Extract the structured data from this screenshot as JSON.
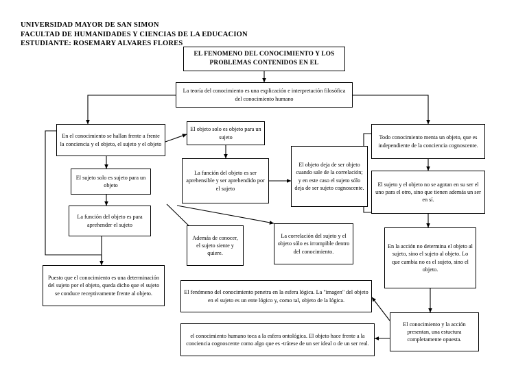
{
  "document": {
    "header_lines": [
      "UNIVERSIDAD MAYOR DE SAN SIMON",
      "FACULTAD DE HUMANIDADES Y CIENCIAS DE LA EDUCACION",
      "ESTUDIANTE: ROSEMARY ALVARES FLORES"
    ],
    "header_text": "UNIVERSIDAD MAYOR DE SAN SIMON\nFACULTAD DE HUMANIDADES Y CIENCIAS DE LA EDUCACION\nESTUDIANTE: ROSEMARY ALVARES FLORES"
  },
  "diagram": {
    "type": "concept-map",
    "background": "#ffffff",
    "line_color": "#000000",
    "nodes": [
      {
        "id": "title",
        "label": "EL FENOMENO DEL CONOCIMIENTO Y LOS PROBLEMAS CONTENIDOS EN EL"
      },
      {
        "id": "teoria",
        "label": "La teoría del conocimiento es una explicación e interpretación filosófica del conocimiento humano"
      },
      {
        "id": "hallan",
        "label": "En el conocimiento se hallan frente a frente la conciencia y el objeto, el sujeto y el objeto"
      },
      {
        "id": "sujeto-solo",
        "label": "El sujeto solo es sujeto para un objeto"
      },
      {
        "id": "funcion-objeto-aprehender",
        "label": "La función del objeto es para aprehender el sujeto"
      },
      {
        "id": "puesto-que",
        "label": "Puesto que el conocimiento es una determinación del sujeto por el objeto, queda dicho que el sujeto se conduce receptivamente frente al objeto."
      },
      {
        "id": "objeto-solo",
        "label": "El objeto solo es objeto para un sujeto"
      },
      {
        "id": "funcion-objeto-aprehensible",
        "label": "La función del objeto es ser aprehensible y ser aprehendido por el sujeto"
      },
      {
        "id": "ademas-conocer",
        "label": "Además de conocer, el sujeto siente y quiere."
      },
      {
        "id": "objeto-deja",
        "label": "El objeto deja de ser objeto cuando sale de la correlación; y en este caso el sujeto sólo deja de ser sujeto cognoscente."
      },
      {
        "id": "correlacion",
        "label": "La correlación del sujeto y el objeto sólo es irrompible dentro del conocimiento."
      },
      {
        "id": "todo-conocimiento",
        "label": "Todo conocimiento menta un objeto, que es independiente de la conciencia cognoscente."
      },
      {
        "id": "no-se-agotan",
        "label": "El sujeto y el objeto no se agotan en su ser el uno para el otro, sino que tienen además un ser en sí."
      },
      {
        "id": "en-la-accion",
        "label": "En la acción no determina el objeto al sujeto, sino el sujeto al objeto. Lo que cambia no es el sujeto, sino el objeto."
      },
      {
        "id": "esfera-logica",
        "label": "El fenómeno del conocimiento penetra en la esfera lógica. La \"imagen\" del objeto en el sujeto es un ente lógico y, como tal, objeto de la lógica."
      },
      {
        "id": "esfera-ontologica",
        "label": "el conocimiento humano toca a la esfera ontológica. El objeto hace frente a la conciencia cognoscente como algo que es -trátese de un ser ideal o de un ser real."
      },
      {
        "id": "estructura-opuesta",
        "label": "El conocimiento y la acción presentan, una estuctura completamente opuesta."
      }
    ]
  }
}
